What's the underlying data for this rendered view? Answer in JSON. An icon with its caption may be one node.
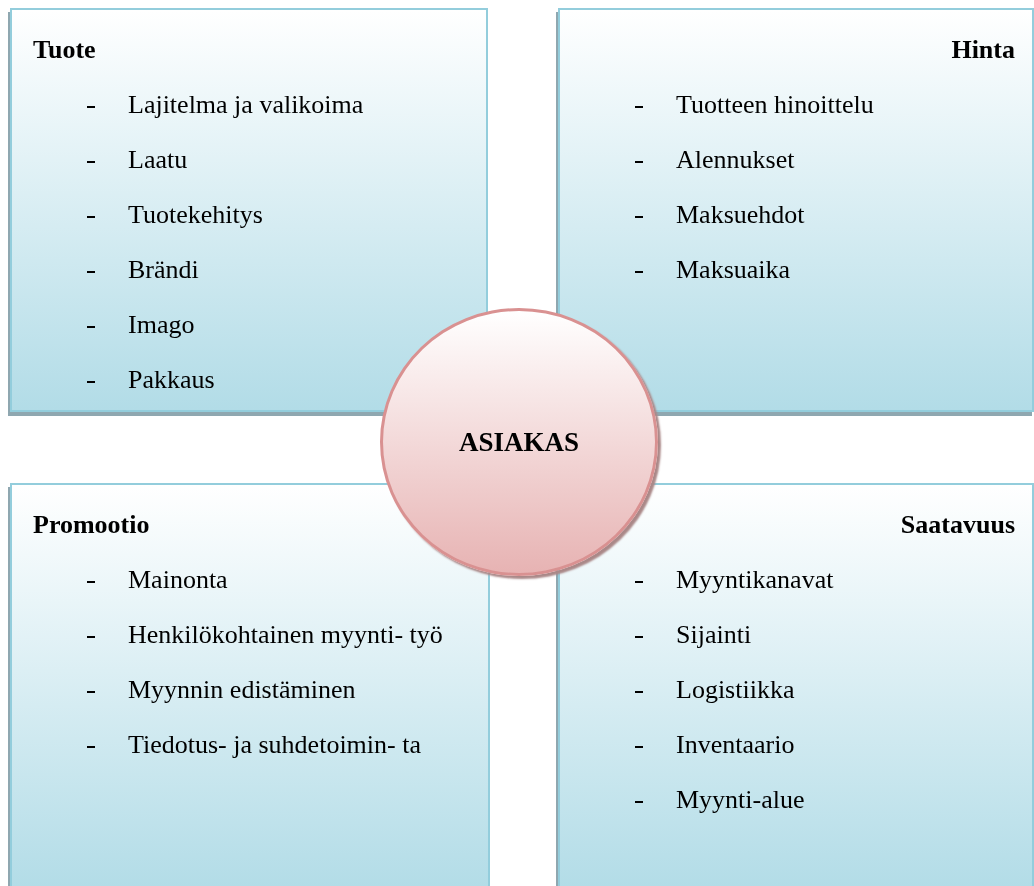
{
  "diagram": {
    "nodes": [
      {
        "text": [
          "Tuote",
          "Lajitelma ja valikoima",
          "Laatu",
          "Tuotekehitys",
          "Brändi",
          "Imago",
          "Pakkaus"
        ]
      },
      {
        "text": [
          "Hinta",
          "Tuotteen hinoittelu",
          "Alennukset",
          "Maksuehdot",
          "Maksuaika"
        ]
      },
      {
        "text": [
          "Promootio",
          "Mainonta",
          "Henkilökohtainen myynti- työ",
          "Myynnin edistäminen",
          "Tiedotus- ja suhdetoimin- ta"
        ]
      },
      {
        "text": [
          "Saatavuus",
          "Myyntikanavat",
          "Sijainti",
          "Logistiikka",
          "Inventaario",
          "Myynti-alue"
        ]
      },
      {
        "text": [
          "ASIAKAS"
        ]
      }
    ],
    "edges": []
  }
}
